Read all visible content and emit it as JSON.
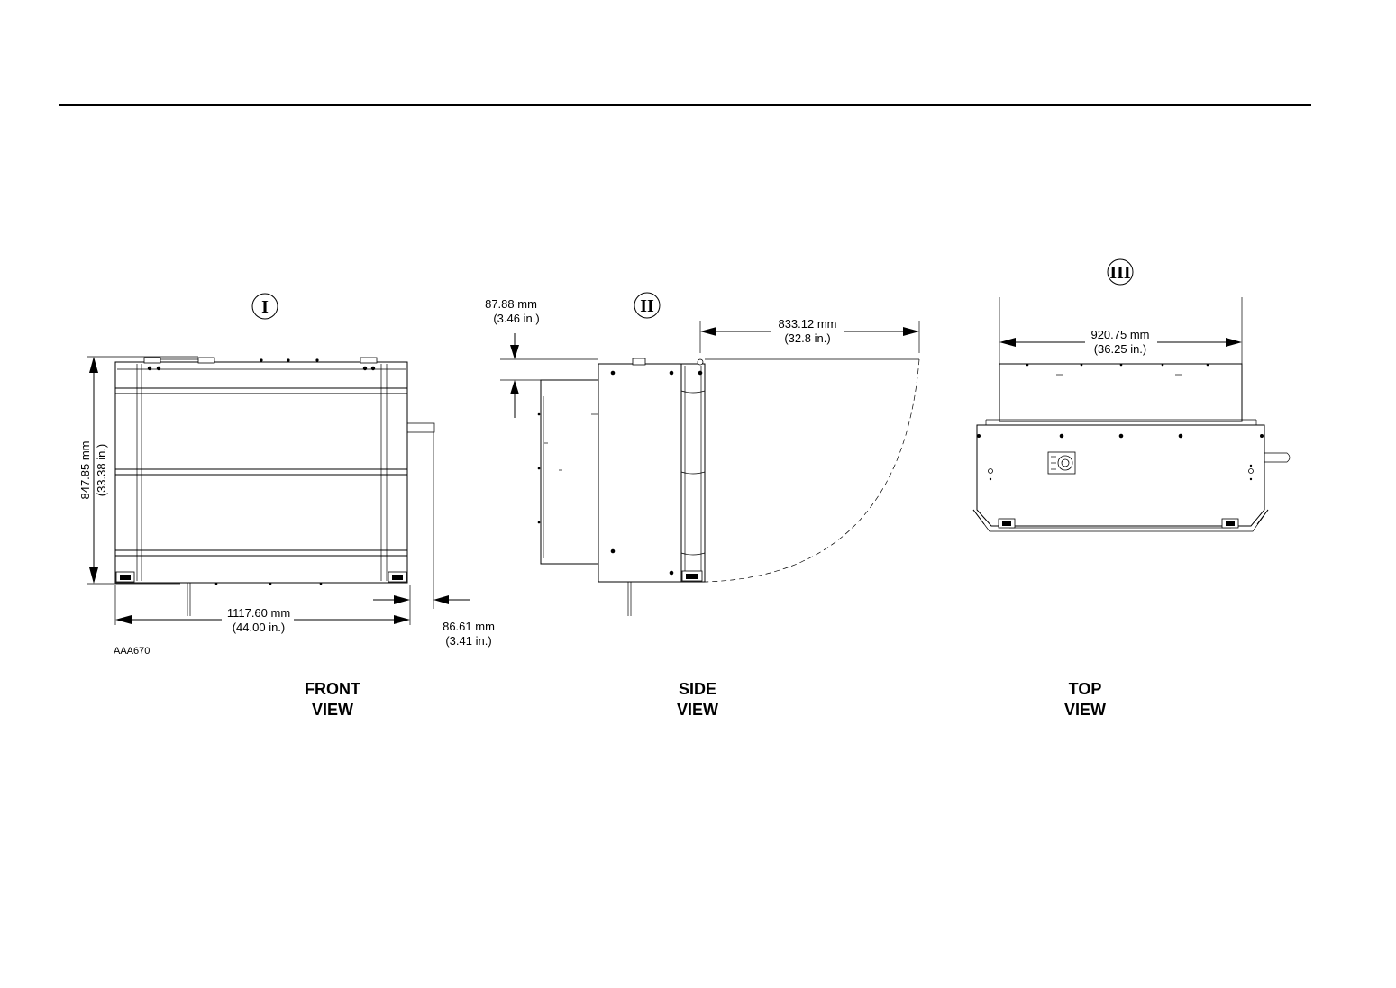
{
  "markers": {
    "front": "I",
    "side": "II",
    "top": "III"
  },
  "dimensions": {
    "front_height_mm": "847.85 mm",
    "front_height_in": "(33.38 in.)",
    "front_width_mm": "1117.60 mm",
    "front_width_in": "(44.00 in.)",
    "front_offset_mm": "86.61 mm",
    "front_offset_in": "(3.41 in.)",
    "side_top_mm": "87.88 mm",
    "side_top_in": "(3.46 in.)",
    "side_swing_mm": "833.12 mm",
    "side_swing_in": "(32.8 in.)",
    "top_width_mm": "920.75 mm",
    "top_width_in": "(36.25 in.)"
  },
  "figure_code": "AAA670",
  "view_labels": {
    "front": [
      "FRONT",
      "VIEW"
    ],
    "side": [
      "SIDE",
      "VIEW"
    ],
    "top": [
      "TOP",
      "VIEW"
    ]
  }
}
